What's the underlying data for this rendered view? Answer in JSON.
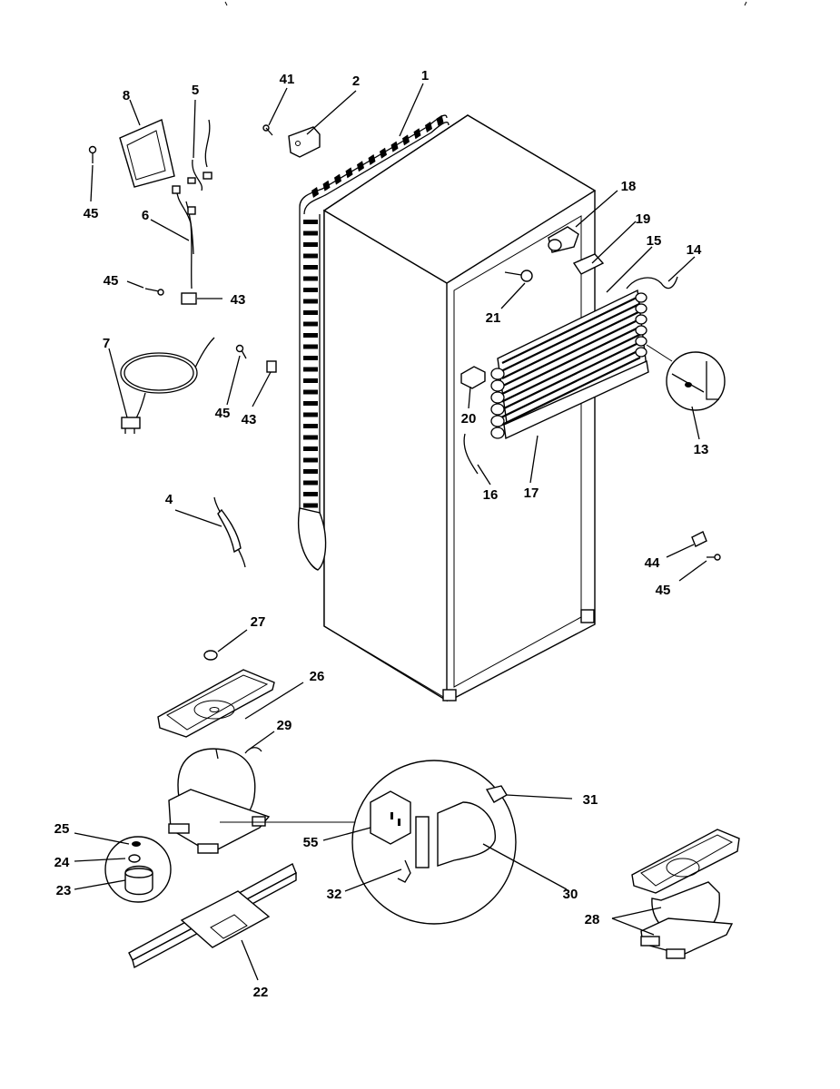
{
  "diagram": {
    "callouts": [
      {
        "id": "c1",
        "text": "1"
      },
      {
        "id": "c2",
        "text": "2"
      },
      {
        "id": "c41",
        "text": "41"
      },
      {
        "id": "c5",
        "text": "5"
      },
      {
        "id": "c8",
        "text": "8"
      },
      {
        "id": "c45a",
        "text": "45"
      },
      {
        "id": "c6",
        "text": "6"
      },
      {
        "id": "c45b",
        "text": "45"
      },
      {
        "id": "c43a",
        "text": "43"
      },
      {
        "id": "c7",
        "text": "7"
      },
      {
        "id": "c45c",
        "text": "45"
      },
      {
        "id": "c43b",
        "text": "43"
      },
      {
        "id": "c18",
        "text": "18"
      },
      {
        "id": "c19",
        "text": "19"
      },
      {
        "id": "c15",
        "text": "15"
      },
      {
        "id": "c14",
        "text": "14"
      },
      {
        "id": "c21",
        "text": "21"
      },
      {
        "id": "c20",
        "text": "20"
      },
      {
        "id": "c16",
        "text": "16"
      },
      {
        "id": "c17",
        "text": "17"
      },
      {
        "id": "c13",
        "text": "13"
      },
      {
        "id": "c4",
        "text": "4"
      },
      {
        "id": "c44",
        "text": "44"
      },
      {
        "id": "c45d",
        "text": "45"
      },
      {
        "id": "c27",
        "text": "27"
      },
      {
        "id": "c26",
        "text": "26"
      },
      {
        "id": "c29",
        "text": "29"
      },
      {
        "id": "c25",
        "text": "25"
      },
      {
        "id": "c24",
        "text": "24"
      },
      {
        "id": "c23",
        "text": "23"
      },
      {
        "id": "c31",
        "text": "31"
      },
      {
        "id": "c55",
        "text": "55"
      },
      {
        "id": "c32",
        "text": "32"
      },
      {
        "id": "c30",
        "text": "30"
      },
      {
        "id": "c28",
        "text": "28"
      },
      {
        "id": "c22",
        "text": "22"
      }
    ]
  }
}
